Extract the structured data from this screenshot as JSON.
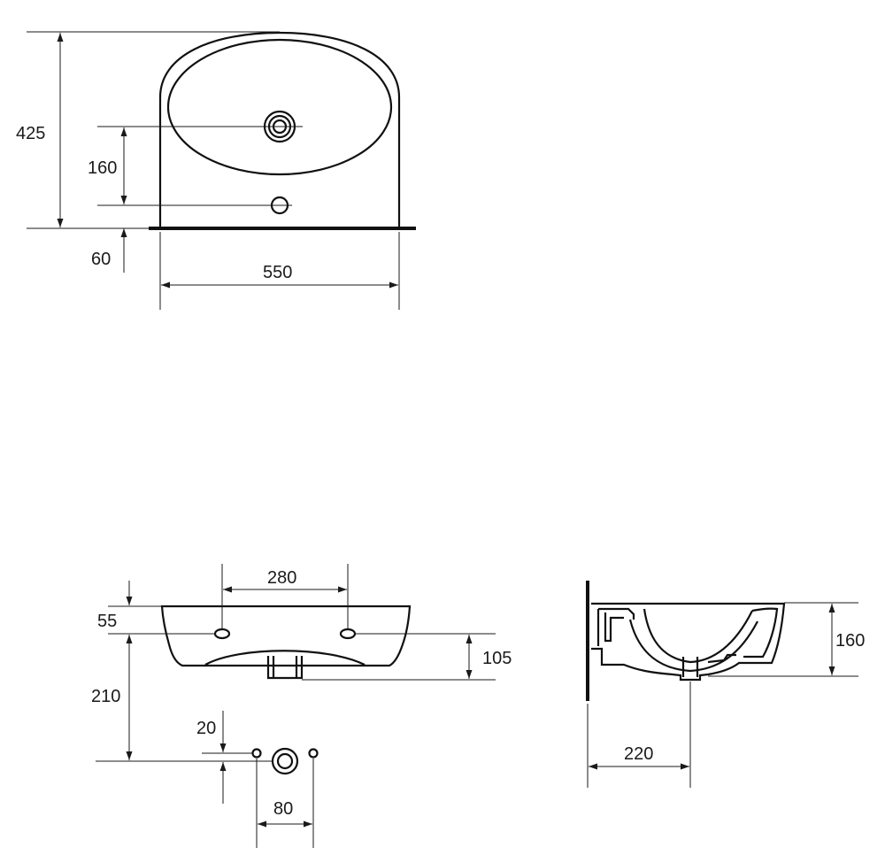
{
  "colors": {
    "line": "#1a1a1a",
    "object": "#111111",
    "background": "#ffffff"
  },
  "top_view": {
    "dim_height_total": "425",
    "dim_tap_to_waste": "160",
    "dim_below_wall": "60",
    "dim_width": "550"
  },
  "front_view": {
    "dim_hole_spacing": "280",
    "dim_hole_from_top": "55",
    "dim_waste_height": "105",
    "dim_to_outlet": "210",
    "dim_outlet_offset": "20",
    "dim_outlet_spacing": "80"
  },
  "side_view": {
    "dim_depth": "160",
    "dim_projection": "220"
  }
}
